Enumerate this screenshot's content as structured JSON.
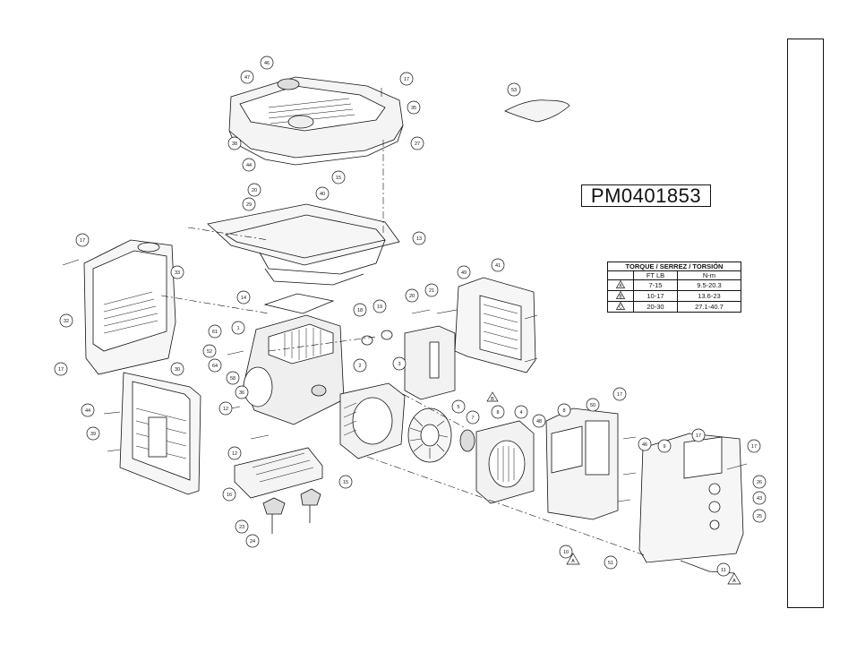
{
  "part_number": "PM0401853",
  "torque_table": {
    "title": "TORQUE / SERREZ / TORSIÓN",
    "headers": [
      "",
      "FT LB",
      "N-m"
    ],
    "rows": [
      {
        "mark": "A",
        "ft_lb": "7-15",
        "nm": "9.5-20.3"
      },
      {
        "mark": "B",
        "ft_lb": "10-17",
        "nm": "13.6-23"
      },
      {
        "mark": "C",
        "ft_lb": "20-30",
        "nm": "27.1-40.7"
      }
    ]
  },
  "callouts": [
    "46",
    "47",
    "17",
    "35",
    "53",
    "38",
    "27",
    "44",
    "15",
    "40",
    "20",
    "29",
    "13",
    "17",
    "33",
    "49",
    "41",
    "14",
    "18",
    "19",
    "20",
    "21",
    "32",
    "1",
    "61",
    "52",
    "64",
    "58",
    "36",
    "3",
    "2",
    "17",
    "12",
    "39",
    "44",
    "8",
    "5",
    "7",
    "4",
    "48",
    "8",
    "50",
    "17",
    "46",
    "9",
    "17",
    "17",
    "26",
    "16",
    "12",
    "43",
    "25",
    "23",
    "24",
    "10",
    "30",
    "51",
    "11",
    "15"
  ],
  "torque_marks": [
    "B",
    "A",
    "A"
  ]
}
